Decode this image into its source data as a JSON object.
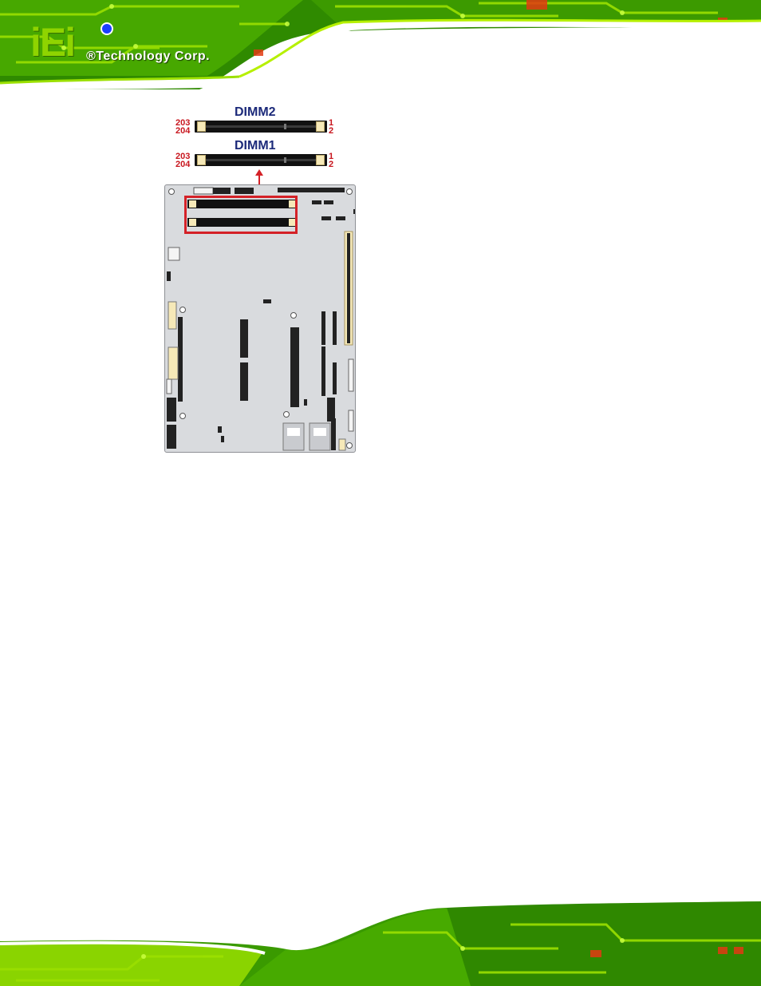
{
  "header": {
    "logo_mark": "iEi",
    "company": "®Technology Corp."
  },
  "figure": {
    "dimm2": {
      "title": "DIMM2",
      "pin_top_left": "203",
      "pin_bottom_left": "204",
      "pin_top_right": "1",
      "pin_bottom_right": "2"
    },
    "dimm1": {
      "title": "DIMM1",
      "pin_top_left": "203",
      "pin_bottom_left": "204",
      "pin_top_right": "1",
      "pin_bottom_right": "2"
    }
  },
  "colors": {
    "circuit_green": "#52b800",
    "lime": "#9be000",
    "highlight_red": "#d42127",
    "title_navy": "#1c2a7a"
  }
}
